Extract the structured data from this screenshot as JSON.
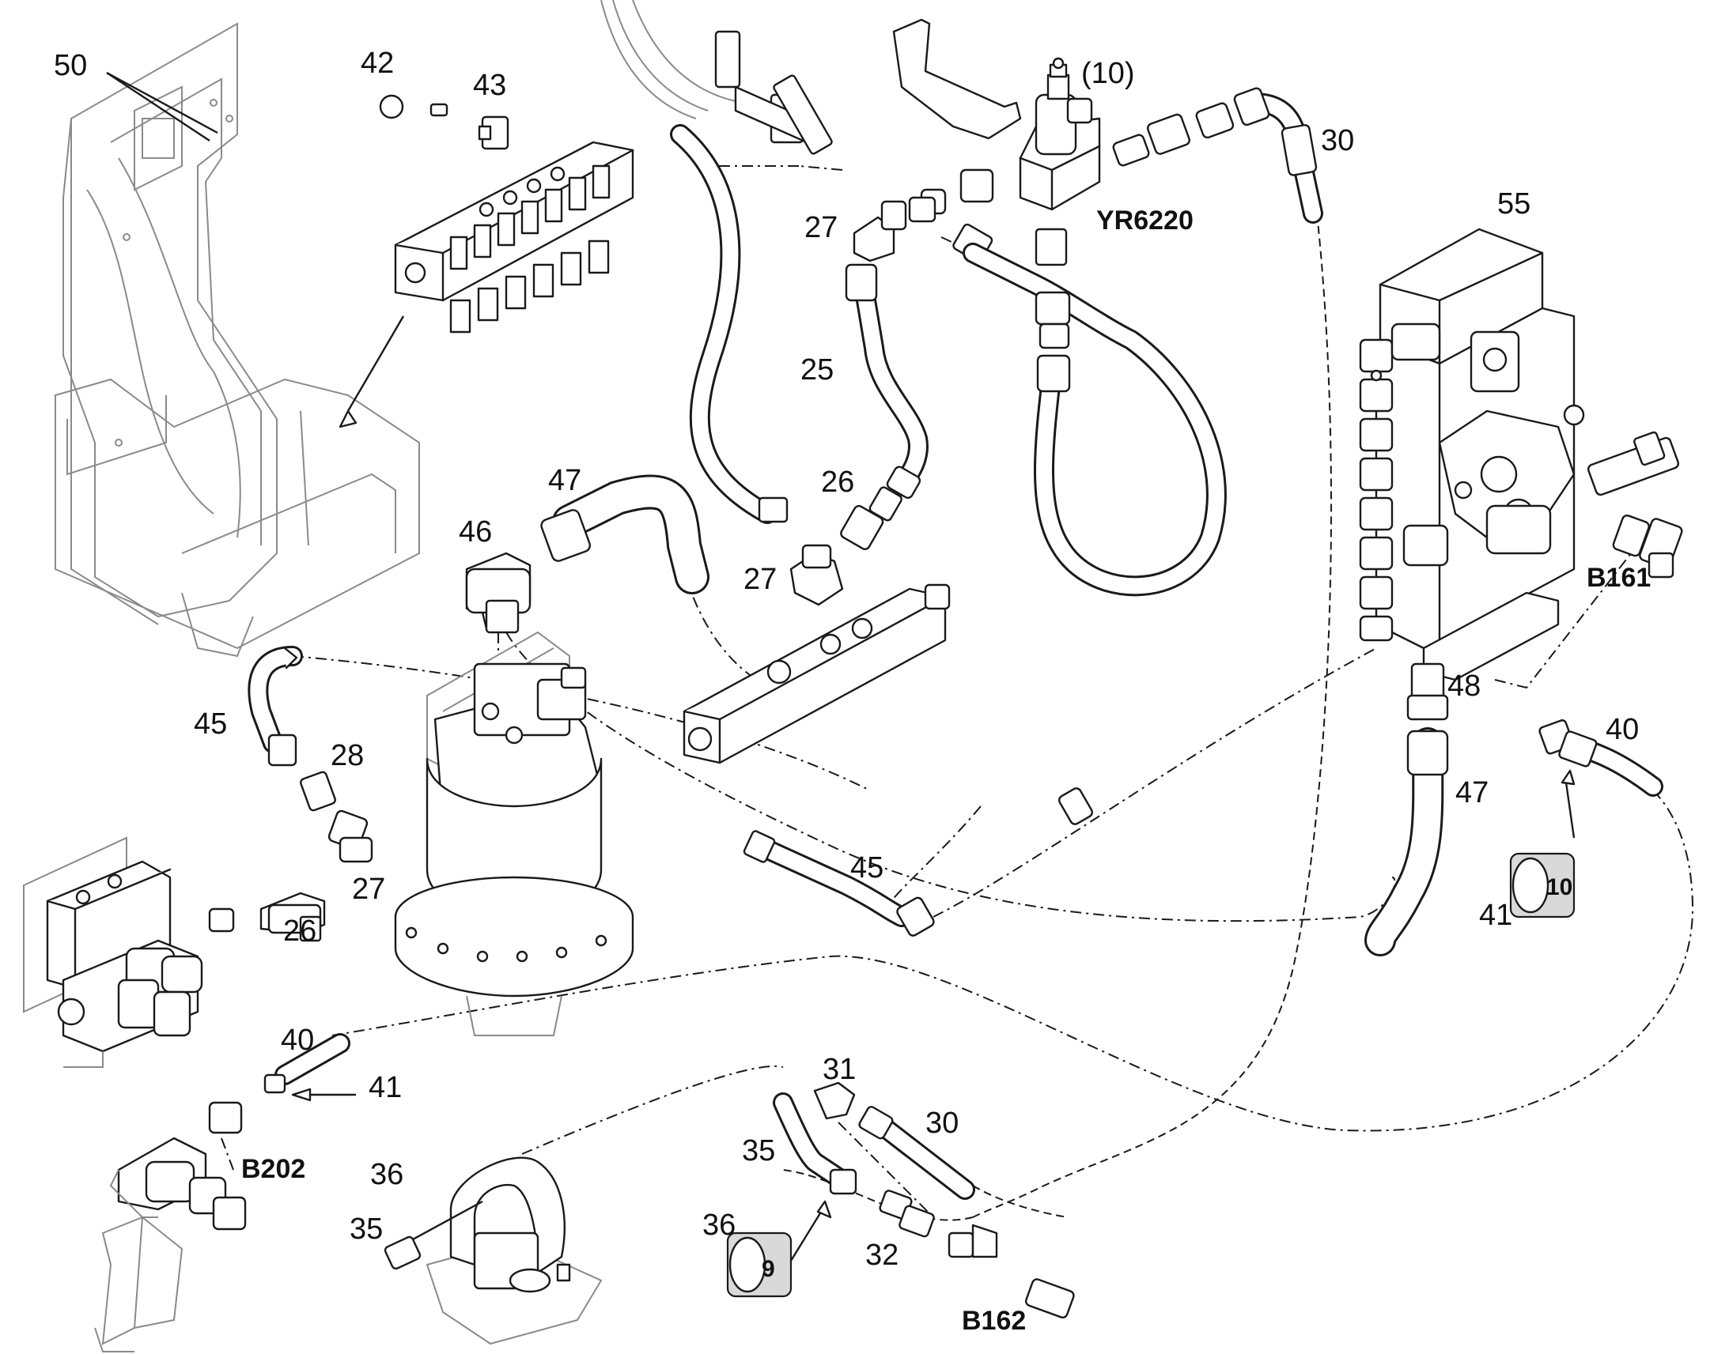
{
  "labels": {
    "l50": "50",
    "l42": "42",
    "l43": "43",
    "l10": "(10)",
    "l30a": "30",
    "l27a": "27",
    "lYR": "YR6220",
    "l55": "55",
    "l25": "25",
    "l47a": "47",
    "l26a": "26",
    "l46": "46",
    "l27b": "27",
    "lB161": "B161",
    "l45a": "45",
    "l28": "28",
    "l48": "48",
    "l40a": "40",
    "l47b": "47",
    "l27c": "27",
    "l26b": "26",
    "l45b": "45",
    "l41a": "41",
    "l40b": "40",
    "l41b": "41",
    "l31": "31",
    "l30b": "30",
    "lB202": "B202",
    "l36a": "36",
    "l35a": "35",
    "l35b": "35",
    "l36b": "36",
    "l32": "32",
    "lB162": "B162"
  },
  "sleeve_tags": {
    "t10": "10",
    "t9": "9"
  }
}
